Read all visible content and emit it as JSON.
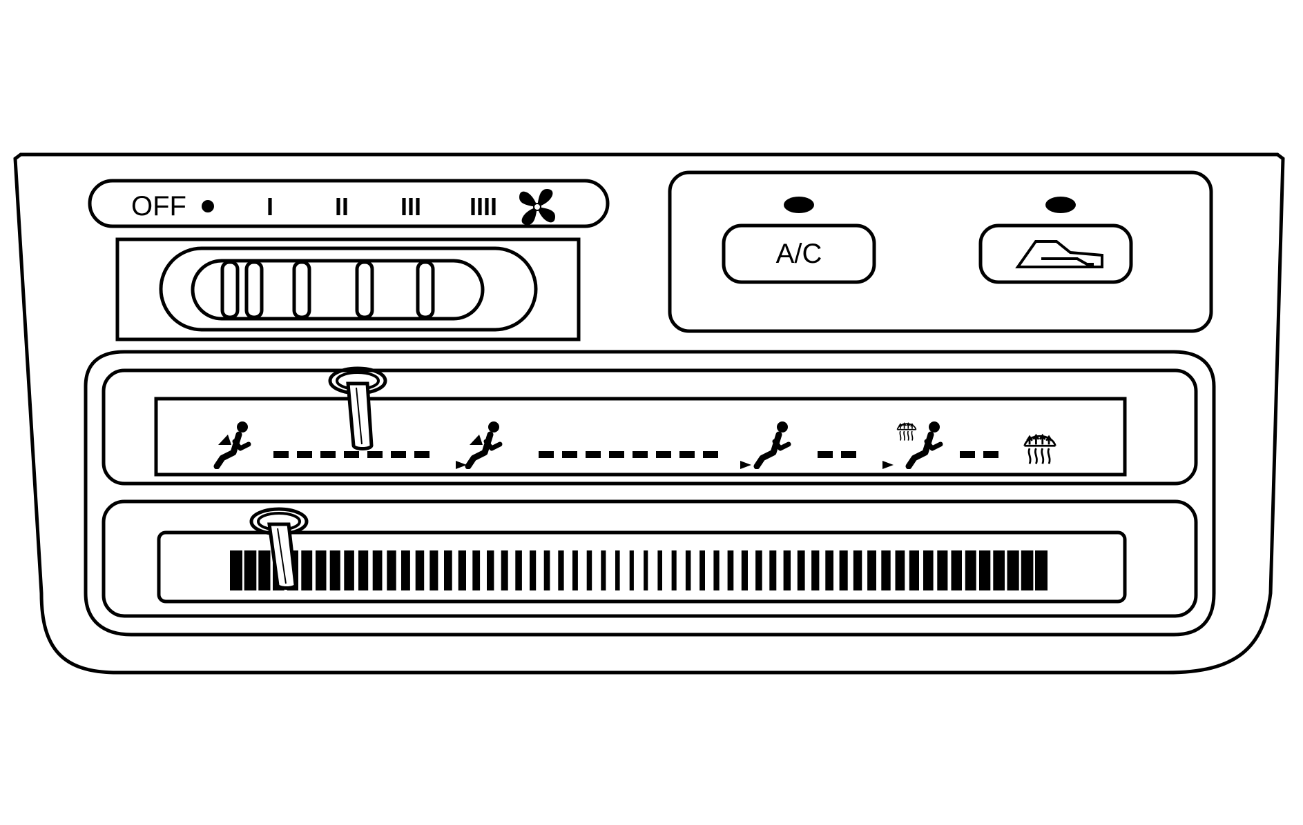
{
  "panel": {
    "fan_control": {
      "labels": [
        "OFF",
        "I",
        "II",
        "III",
        "IIII"
      ],
      "icons": [
        "dot-icon",
        "fan-icon"
      ],
      "selected": "OFF"
    },
    "buttons": [
      {
        "label": "A/C",
        "indicator_icon": "led-indicator-icon",
        "state": "off"
      },
      {
        "label": "",
        "icon": "recirculation-icon",
        "indicator_icon": "led-indicator-icon",
        "state": "off"
      }
    ],
    "mode_control": {
      "positions": [
        "vent-mode-icon",
        "bi-level-mode-icon",
        "floor-mode-icon",
        "floor-defrost-mode-icon",
        "defrost-mode-icon"
      ],
      "lever_position": "between vent and bi-level"
    },
    "temperature_control": {
      "scale_icon": "temperature-scale-bars",
      "lever_position": "cold end"
    },
    "colors": {
      "line": "#000000",
      "background": "#ffffff"
    }
  }
}
